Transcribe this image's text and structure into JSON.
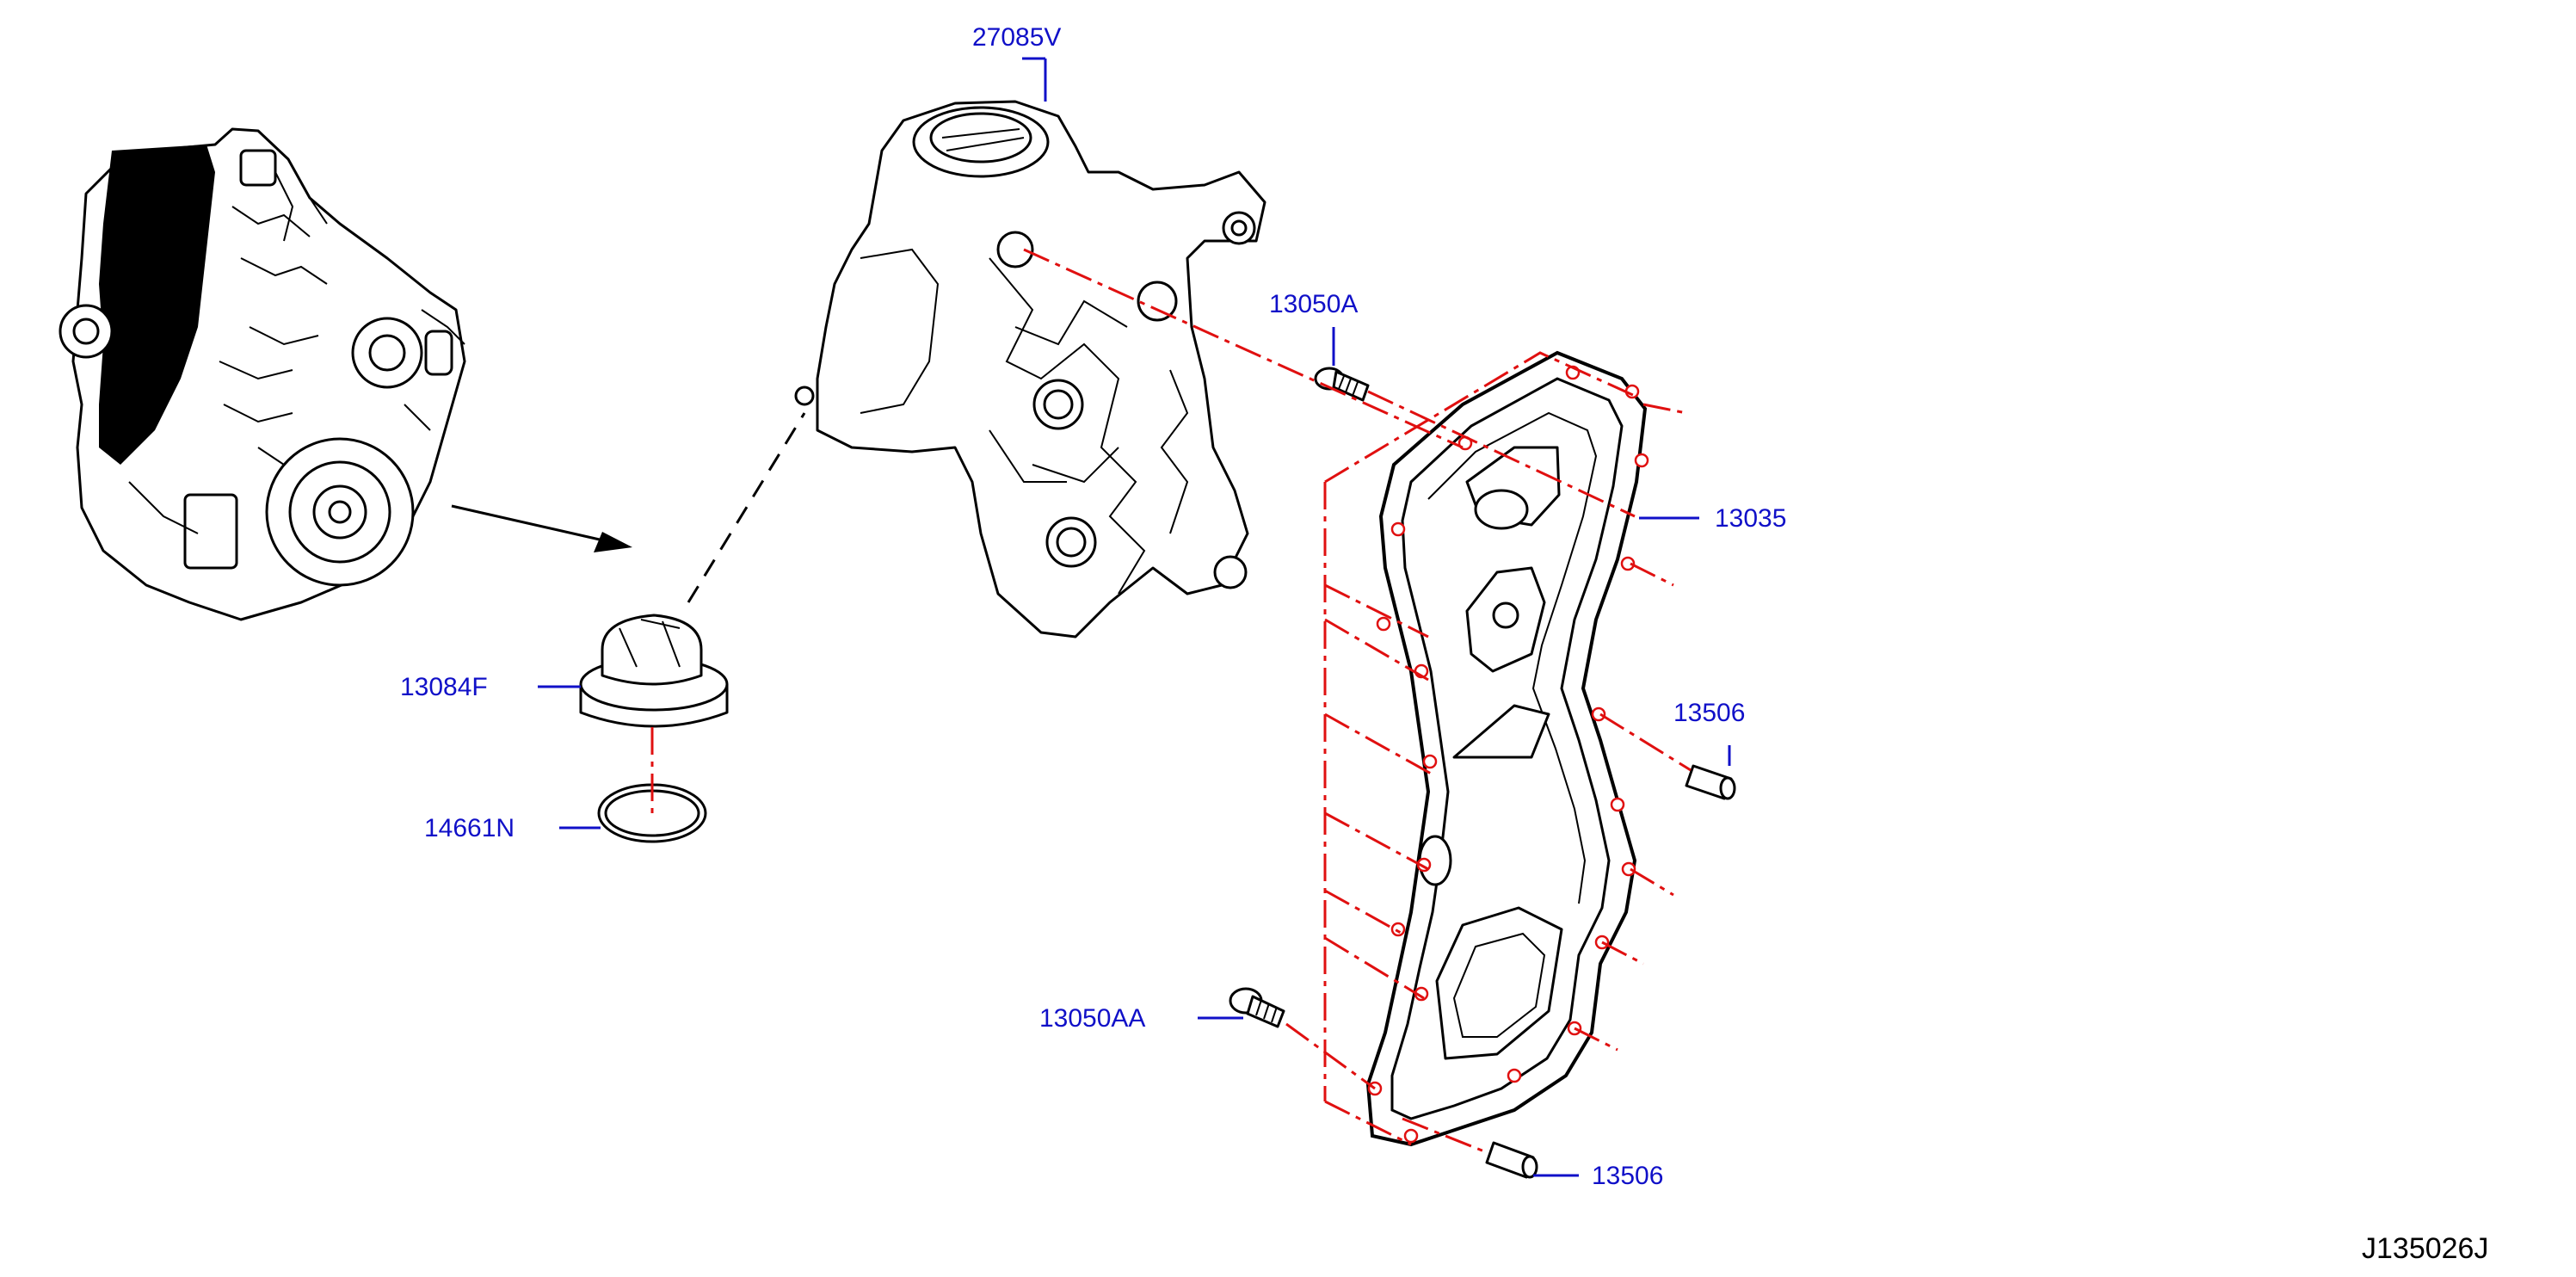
{
  "callouts": {
    "p27085V": "27085V",
    "p13050A": "13050A",
    "p13035": "13035",
    "p13084F": "13084F",
    "p14661N": "14661N",
    "p13506_upper": "13506",
    "p13506_lower": "13506",
    "p13050AA": "13050AA"
  },
  "figure_id": "J135026J",
  "colors": {
    "callout_text": "#1010c8",
    "guide_lines": "#e01010",
    "linework": "#000000"
  }
}
